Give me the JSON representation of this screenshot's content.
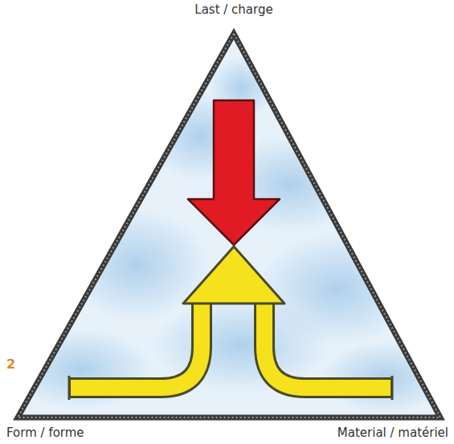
{
  "diagram": {
    "labels": [
      "Last / charge",
      "2",
      "Form / forme",
      "Material / matériel"
    ]
  }
}
